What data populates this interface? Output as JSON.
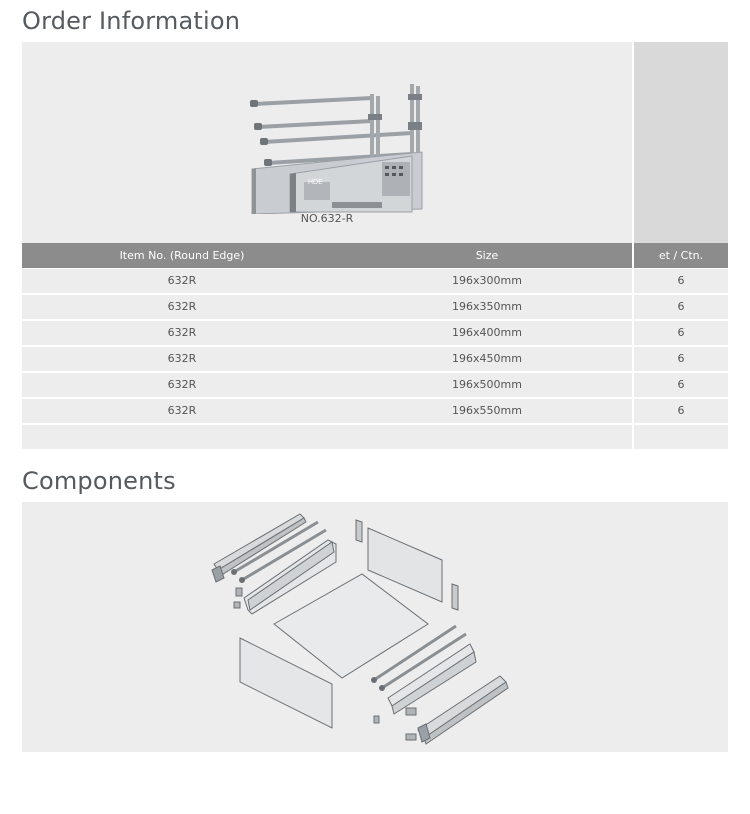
{
  "order_section": {
    "title": "Order Information",
    "product_caption": "NO.632-R",
    "brand_mark": "HDE",
    "table": {
      "headers": [
        "Item No. (Round Edge)",
        "Size",
        "et / Ctn."
      ],
      "rows": [
        {
          "item": "632R",
          "size": "196x300mm",
          "qty": "6"
        },
        {
          "item": "632R",
          "size": "196x350mm",
          "qty": "6"
        },
        {
          "item": "632R",
          "size": "196x400mm",
          "qty": "6"
        },
        {
          "item": "632R",
          "size": "196x450mm",
          "qty": "6"
        },
        {
          "item": "632R",
          "size": "196x500mm",
          "qty": "6"
        },
        {
          "item": "632R",
          "size": "196x550mm",
          "qty": "6"
        }
      ]
    }
  },
  "components_section": {
    "title": "Components"
  },
  "colors": {
    "panel_bg": "#ededed",
    "header_bg": "#8c8c8c",
    "side_panel_bg": "#d9d9d9",
    "title_text": "#555a5f"
  }
}
